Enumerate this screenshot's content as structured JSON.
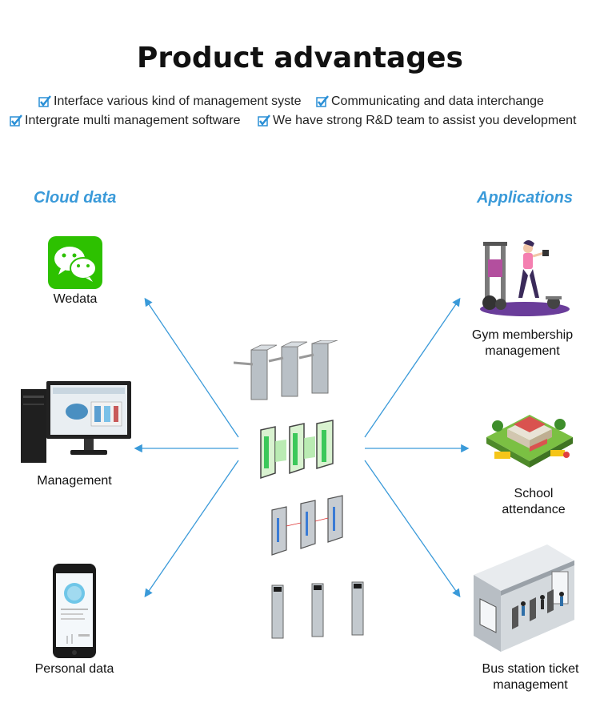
{
  "title": "Product advantages",
  "features": [
    "Interface various kind of management syste",
    "Communicating and data interchange",
    "Intergrate multi management software",
    "We have strong R&D team to assist you development"
  ],
  "left_section": {
    "heading": "Cloud data",
    "items": [
      "Wedata",
      "Management",
      "Personal data"
    ]
  },
  "right_section": {
    "heading": "Applications",
    "items": [
      "Gym membership\nmanagement",
      "School\nattendance",
      "Bus station ticket\nmanagement"
    ]
  },
  "colors": {
    "accent": "#3a9ad9",
    "wechat_green": "#2dc100",
    "check": "#2a8fd6"
  },
  "icons": [
    "check-icon",
    "wechat-icon",
    "desktop-computer-icon",
    "smartphone-icon",
    "gym-icon",
    "school-icon",
    "bus-station-icon",
    "turnstile-icon"
  ]
}
